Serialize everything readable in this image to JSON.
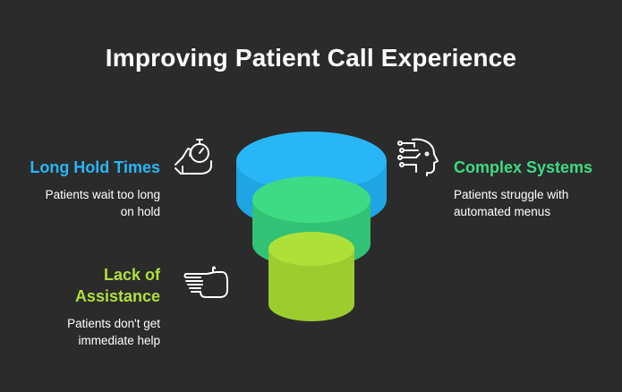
{
  "title": "Improving Patient Call Experience",
  "colors": {
    "background": "#2b2b2b",
    "blue": "#29b6f6",
    "green": "#3ddc84",
    "lime": "#aee03a"
  },
  "items": [
    {
      "id": "long-hold-times",
      "heading": "Long Hold Times",
      "description_lines": [
        "Patients wait too long",
        "on hold"
      ],
      "color": "#29b6f6",
      "icon": "stopwatch-hand-icon"
    },
    {
      "id": "complex-systems",
      "heading": "Complex Systems",
      "description_lines": [
        "Patients struggle with",
        "automated menus"
      ],
      "color": "#3ddc84",
      "icon": "ai-head-icon"
    },
    {
      "id": "lack-of-assistance",
      "heading_lines": [
        "Lack of",
        "Assistance"
      ],
      "description_lines": [
        "Patients don't get",
        "immediate help"
      ],
      "color": "#aee03a",
      "icon": "pointing-hand-icon"
    }
  ]
}
